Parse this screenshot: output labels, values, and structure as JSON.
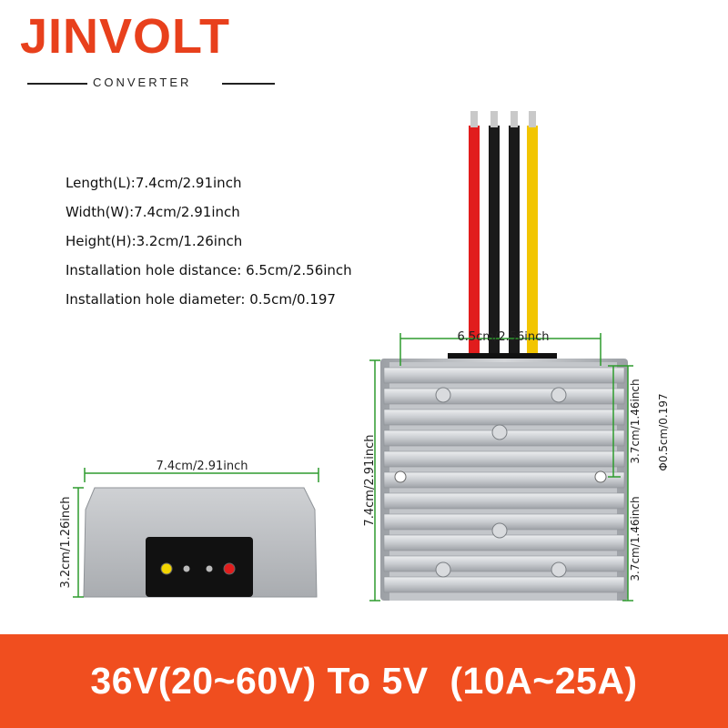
{
  "brand": {
    "name": "JINVOLT",
    "subtitle": "CONVERTER",
    "color": "#e8401c"
  },
  "specs": [
    "Length(L):7.4cm/2.91inch",
    "Width(W):7.4cm/2.91inch",
    "Height(H):3.2cm/1.26inch",
    "Installation hole distance: 6.5cm/2.56inch",
    "Installation hole diameter: 0.5cm/0.197"
  ],
  "dimensions": {
    "hole_distance": "6.5cm/2.56inch",
    "top_view_length": "7.4cm/2.91inch",
    "hole_offset_upper": "3.7cm/1.46inch",
    "hole_offset_lower": "3.7cm/1.46inch",
    "hole_diameter": "Φ0.5cm/0.197",
    "front_width": "7.4cm/2.91inch",
    "front_height": "3.2cm/1.26inch"
  },
  "wires": [
    "#e11d1d",
    "#1a1a1a",
    "#1a1a1a",
    "#f2c500"
  ],
  "terminal_led_colors": [
    "#f2d500",
    "#e11d1d"
  ],
  "banner": {
    "text": "36V(20~60V) To 5V  (10A~25A)",
    "color": "#f04e1f"
  },
  "accent_dimension_color": "#2e9c2e"
}
